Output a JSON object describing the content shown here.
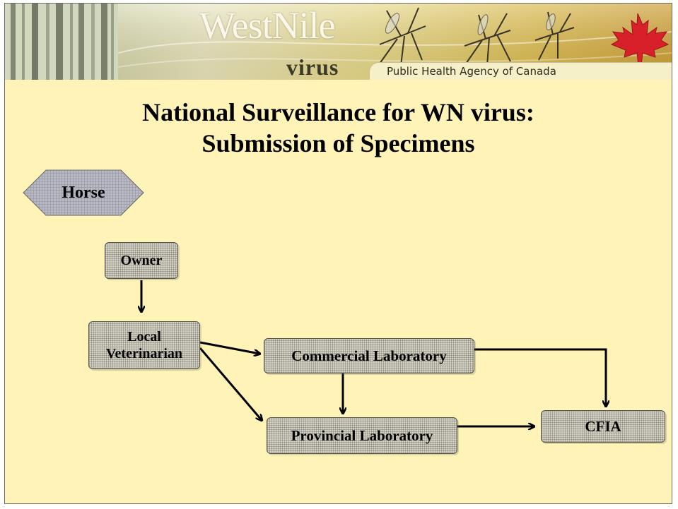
{
  "banner": {
    "title": "WestNile",
    "subtitle": "virus",
    "agency": "Public Health Agency of Canada"
  },
  "slide": {
    "title_line1": "National Surveillance for WN virus:",
    "title_line2": "Submission of Specimens"
  },
  "diagram": {
    "category": "Horse",
    "nodes": {
      "owner": "Owner",
      "local_vet_line1": "Local",
      "local_vet_line2": "Veterinarian",
      "commercial_lab": "Commercial Laboratory",
      "provincial_lab": "Provincial Laboratory",
      "cfia": "CFIA"
    },
    "edges": [
      [
        "Owner",
        "Local Veterinarian"
      ],
      [
        "Local Veterinarian",
        "Commercial Laboratory"
      ],
      [
        "Local Veterinarian",
        "Provincial Laboratory"
      ],
      [
        "Commercial Laboratory",
        "Provincial Laboratory"
      ],
      [
        "Commercial Laboratory",
        "CFIA"
      ],
      [
        "Provincial Laboratory",
        "CFIA"
      ]
    ]
  },
  "colors": {
    "slide_background": "#fff3b8",
    "node_fill": "#d6d2c2",
    "hexagon_fill": "#b9b9c4",
    "arrow": "#000000"
  }
}
